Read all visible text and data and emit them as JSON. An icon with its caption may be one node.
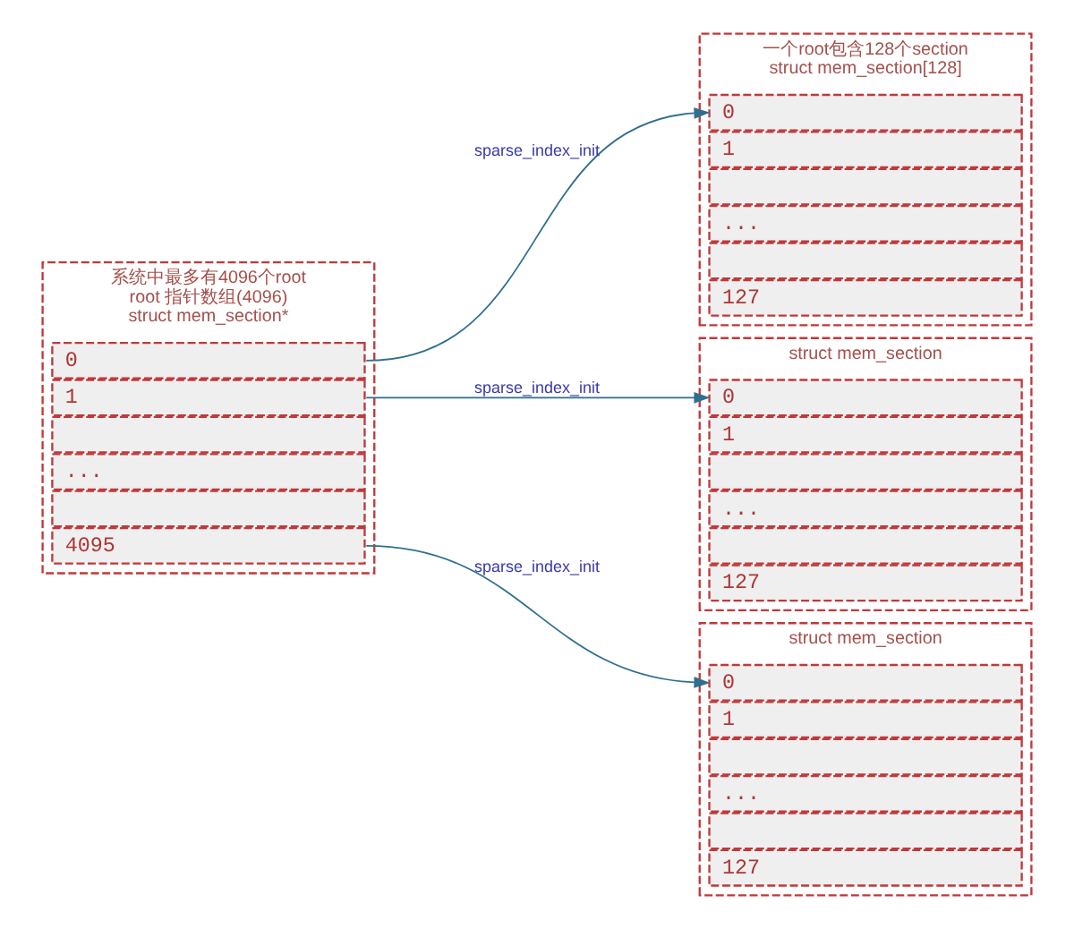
{
  "diagram": {
    "nodes": [
      {
        "text": [
          "系统中最多有4096个root",
          "root 指针数组(4096)",
          "struct mem_section*"
        ]
      },
      {
        "text": [
          "0"
        ],
        "in": 0
      },
      {
        "text": [
          "1"
        ],
        "in": 0
      },
      {
        "text": [],
        "shape": "box",
        "in": 0
      },
      {
        "text": [
          "..."
        ],
        "in": 0
      },
      {
        "text": [],
        "shape": "box",
        "in": 0
      },
      {
        "text": [
          "4095"
        ],
        "in": 0
      },
      {
        "text": [
          "一个root包含128个section",
          "struct mem_section[128]"
        ]
      },
      {
        "text": [
          "0"
        ],
        "in": 7
      },
      {
        "text": [
          "1"
        ],
        "in": 7
      },
      {
        "text": [],
        "shape": "box",
        "in": 7
      },
      {
        "text": [
          "..."
        ],
        "in": 7
      },
      {
        "text": [],
        "shape": "box",
        "in": 7
      },
      {
        "text": [
          "127"
        ],
        "in": 7
      },
      {
        "text": [
          "struct mem_section"
        ]
      },
      {
        "text": [
          "0"
        ],
        "in": 14
      },
      {
        "text": [
          "1"
        ],
        "in": 14
      },
      {
        "text": [],
        "shape": "box",
        "in": 14
      },
      {
        "text": [
          "..."
        ],
        "in": 14
      },
      {
        "text": [],
        "shape": "box",
        "in": 14
      },
      {
        "text": [
          "127"
        ],
        "in": 14
      },
      {
        "text": [
          "struct mem_section"
        ]
      },
      {
        "text": [
          "0"
        ],
        "in": 21
      },
      {
        "text": [
          "1"
        ],
        "in": 21
      },
      {
        "text": [],
        "shape": "box",
        "in": 21
      },
      {
        "text": [
          "..."
        ],
        "in": 21
      },
      {
        "text": [],
        "shape": "box",
        "in": 21
      },
      {
        "text": [
          "127"
        ],
        "in": 21
      }
    ],
    "edges": [
      {
        "from": 1,
        "to": 8,
        "arrow": "to",
        "label": "sparse_index_init"
      },
      {
        "from": 2,
        "to": 15,
        "arrow": "to",
        "label": "sparse_index_init"
      },
      {
        "from": 6,
        "to": 22,
        "arrow": "to",
        "label": "sparse_index_init"
      }
    ]
  }
}
